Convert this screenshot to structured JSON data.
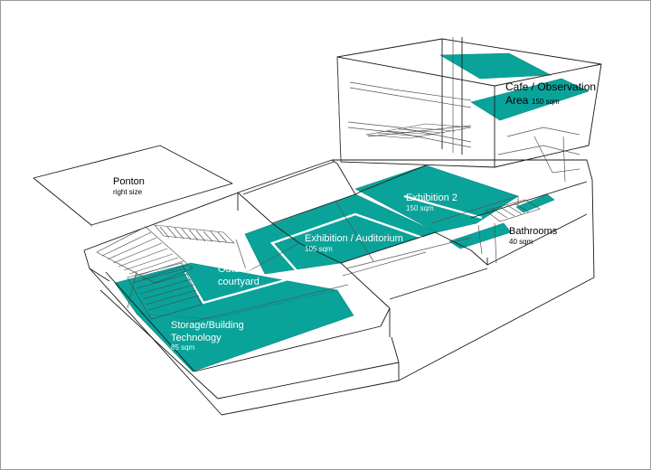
{
  "labels": {
    "ponton": {
      "title": "Ponton",
      "sub": "right size"
    },
    "cafe": {
      "line1": "Cafe   /  Observation",
      "line2_name": "Area",
      "line2_size": "150 sqm"
    },
    "exhibition2": {
      "title": "Exhibition 2",
      "sub": "150 sqm"
    },
    "auditorium": {
      "title": "Exhibition / Auditorium",
      "sub": "105 sqm"
    },
    "bathrooms": {
      "title": "Bathrooms",
      "sub": "40 sqm"
    },
    "courtyard": {
      "line1": "Outdoor",
      "line2": "courtyard"
    },
    "storage": {
      "line1": "Storage/Building",
      "line2": "Technology",
      "sub": "85 sqm"
    }
  },
  "colors": {
    "teal": "#0aa39a",
    "line": "#1a1a1a",
    "frame": "#9a9a9a"
  }
}
